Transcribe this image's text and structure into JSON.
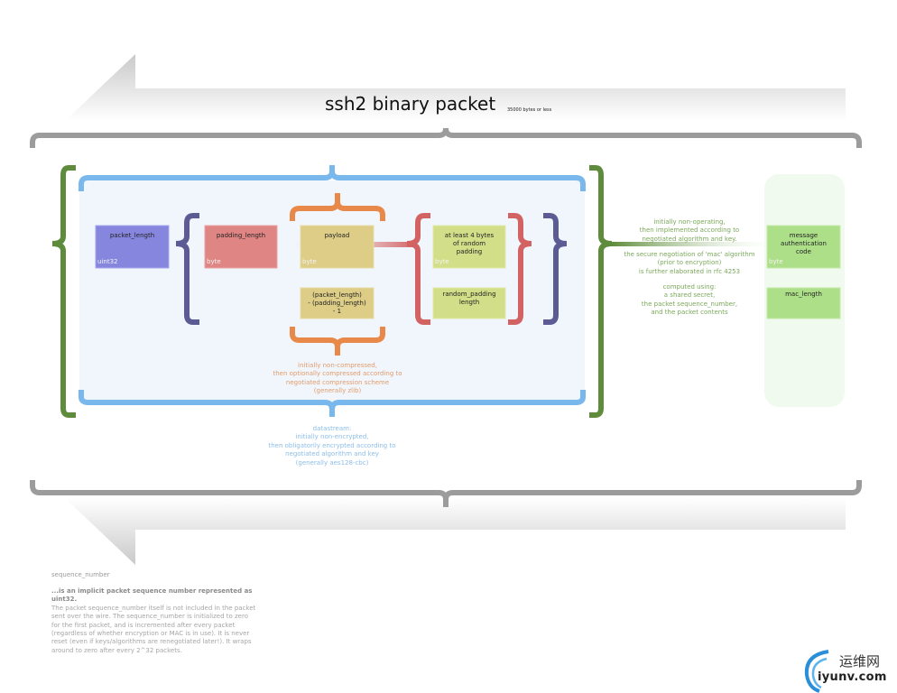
{
  "diagram": {
    "title": "ssh2 binary packet",
    "title_note": "35000 bytes or less",
    "colors": {
      "outer_brace": "#9c9c9c",
      "green_brace": "#5f8c3c",
      "blue_brace": "#79b8ec",
      "purple_brace": "#5d5b93",
      "red_brace": "#d36263",
      "orange_brace": "#e8894a",
      "packet_length_fill": "#8686de",
      "padding_length_fill": "#df8583",
      "payload_fill": "#ddcd87",
      "random_padding_fill": "#d2df88",
      "mac_fill": "#addf88",
      "inner_panel_fill": "#f1f6fd",
      "mac_panel_fill": "#f1faee",
      "compression_text": "#e29b6a",
      "encryption_text": "#8cbde9",
      "mac_text": "#7aa85a"
    },
    "fields": {
      "packet_length": {
        "label": "packet_length",
        "type": "uint32"
      },
      "padding_length": {
        "label": "padding_length",
        "type": "byte"
      },
      "payload": {
        "label": "payload",
        "type": "byte"
      },
      "payload_length": {
        "label": "(packet_length)\n- (padding_length)\n- 1"
      },
      "random_padding": {
        "label": "at least 4 bytes\nof random\npadding",
        "type": "byte"
      },
      "random_padding_length": {
        "label": "random_padding\nlength"
      },
      "mac": {
        "label": "message\nauthentication\ncode",
        "type": "byte"
      },
      "mac_length": {
        "label": "mac_length"
      }
    },
    "notes": {
      "compression": "initially non-compressed,\nthen optionally compressed according to\nnegotiated compression scheme\n(generally zlib)",
      "encryption": "datastream:\ninitially non-encrypted,\nthen obligatorily encrypted according to\nnegotiated algorithm and key\n(generally aes128-cbc)",
      "mac_operating": "initially non-operating,\nthen implemented according to\nnegotiated algorithm and key.",
      "mac_negotiation": "the secure negotiation of 'mac' algorithm\n(prior to encryption)\nis further elaborated in rfc 4253",
      "mac_computed": "computed using:\na shared secret,\nthe packet sequence_number,\nand the packet contents"
    },
    "sequence_number": {
      "title": "sequence_number",
      "lead": "...is an implicit packet sequence number represented as uint32.",
      "body": "The packet sequence_number itself is not included in the packet\nsent over the wire. The sequence_number is initialized to zero\nfor the first packet, and is incremented after every packet\n(regardless of whether encryption or MAC is in use). It is never\nreset (even if keys/algorithms are renegotiated later!). It wraps\naround to zero after every 2^32 packets."
    }
  },
  "watermark": {
    "cn": "运维网",
    "en": "iyunv.com"
  }
}
